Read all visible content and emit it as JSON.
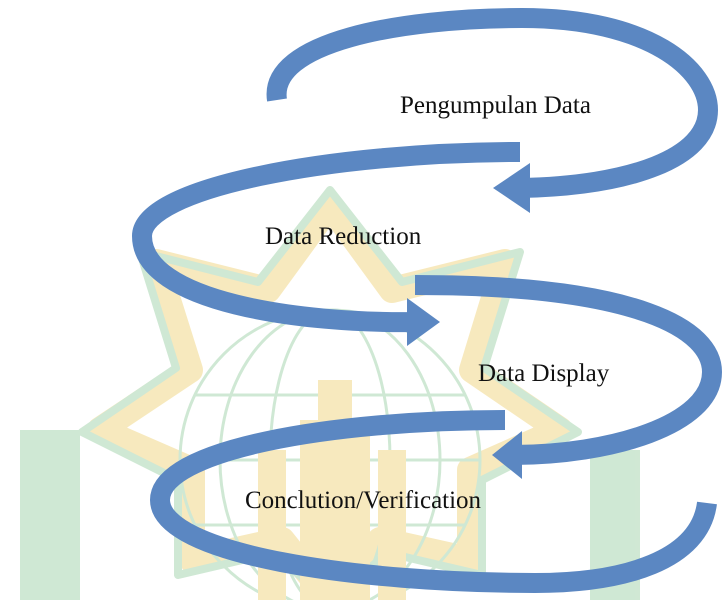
{
  "diagram": {
    "steps": [
      {
        "label": "Pengumpulan Data"
      },
      {
        "label": "Data Reduction"
      },
      {
        "label": "Data Display"
      },
      {
        "label": "Conclution/Verification"
      }
    ]
  },
  "colors": {
    "arrow": "#5b87c2",
    "text": "#111111",
    "watermark_green": "#a9d6b1",
    "watermark_gold": "#f2d889"
  },
  "watermark": {
    "icon": "university-seal-watermark"
  }
}
